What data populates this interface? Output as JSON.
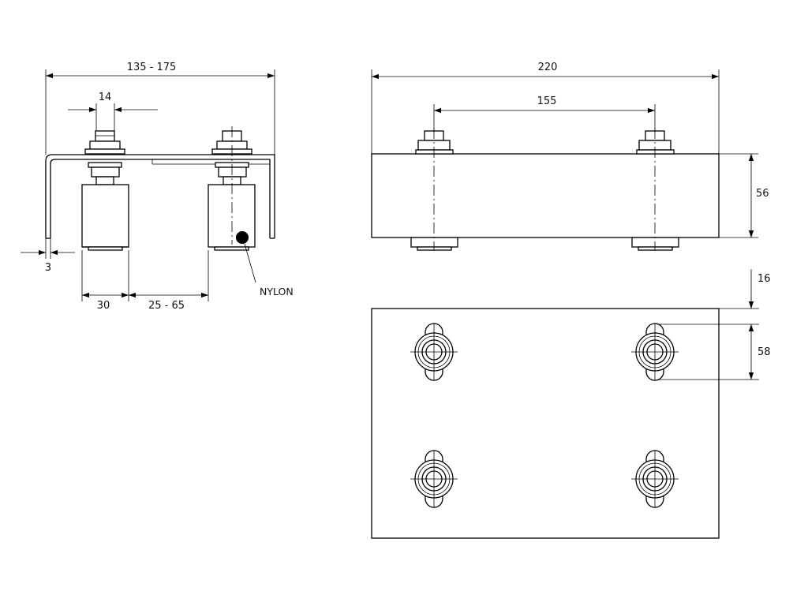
{
  "dimensions": {
    "overall_width": "135 - 175",
    "stud": "14",
    "plate": "3",
    "wheel": "30",
    "rail_gap": "25 - 65",
    "length": "220",
    "bolt_spacing": "155",
    "height": "56",
    "edge": "16",
    "slot": "58"
  },
  "notes": {
    "nylon": "NYLON"
  },
  "colors": {
    "line": "#000000",
    "background": "#ffffff"
  }
}
